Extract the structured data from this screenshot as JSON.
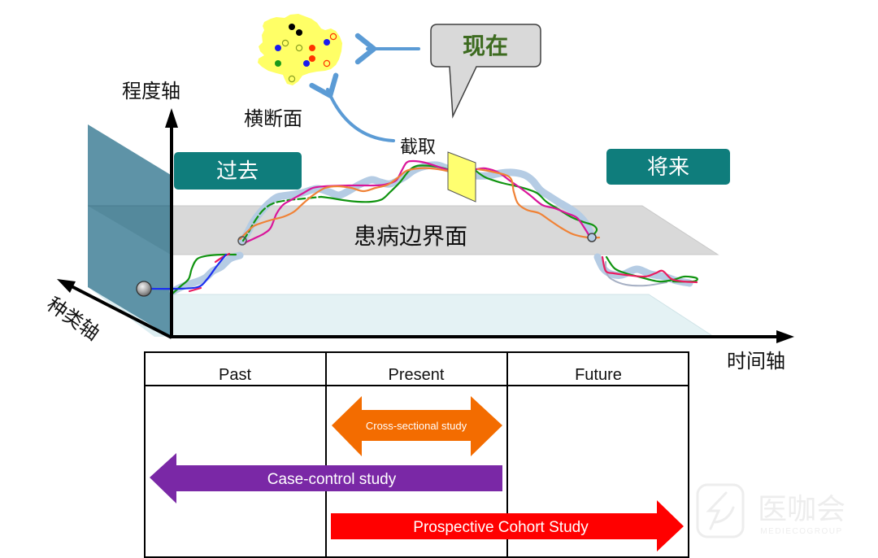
{
  "axes": {
    "degree": "程度轴",
    "category": "种类轴",
    "time": "时间轴"
  },
  "labels": {
    "cross_section": "横断面",
    "now": "现在",
    "capture": "截取",
    "past": "过去",
    "future": "将来",
    "disease_boundary": "患病边界面"
  },
  "table": {
    "headers": [
      "Past",
      "Present",
      "Future"
    ]
  },
  "studies": [
    {
      "name": "Cross-sectional study",
      "direction": "both",
      "color": "#f36c00"
    },
    {
      "name": "Case-control study",
      "direction": "backward",
      "color": "#7a28a6"
    },
    {
      "name": "Prospective Cohort Study",
      "direction": "forward",
      "color": "#ff0000"
    }
  ],
  "watermark": {
    "name": "医咖会",
    "subtitle": "MEDIECOGROUP"
  },
  "colors": {
    "teal_box": "#0f7d7c",
    "teal_plane": "#5e93a7",
    "boundary_plane": "#d9d9d9",
    "floor_plane": "#e4f2f4",
    "blob_fill": "#ffff66",
    "blob_outline": "#1d6e14",
    "arrow_blue": "#5b9bd5",
    "now_text": "#3d6b20",
    "bubble_fill": "#d9d9d9",
    "card_fill": "#ffff70"
  }
}
